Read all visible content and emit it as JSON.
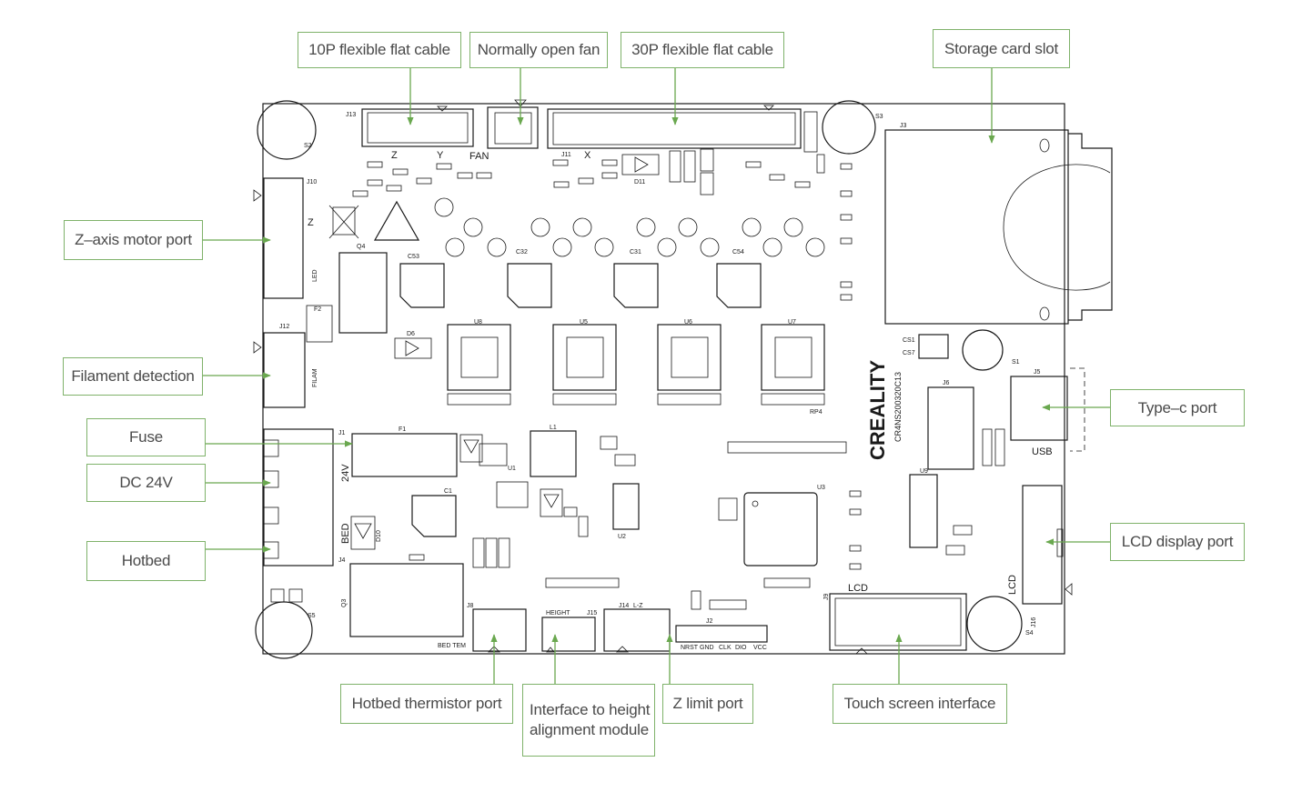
{
  "callouts": {
    "ffc10": "10P flexible flat cable",
    "fan": "Normally open fan",
    "ffc30": "30P flexible flat cable",
    "storage": "Storage card slot",
    "zmotor": "Z–axis motor port",
    "filament": "Filament detection",
    "fuse": "Fuse",
    "dc24": "DC 24V",
    "hotbed": "Hotbed",
    "typec": "Type–c port",
    "lcdport": "LCD display port",
    "thermistor": "Hotbed thermistor port",
    "height": "Interface to height alignment module",
    "zlimit": "Z limit port",
    "touch": "Touch screen interface"
  },
  "silkscreen": {
    "j13": "J13",
    "j10": "J10",
    "j12": "J12",
    "j3": "J3",
    "j5": "J5",
    "j6": "J6",
    "j16": "J16",
    "j1": "J1",
    "j4": "J4",
    "j8": "J8",
    "j15": "J15",
    "j14": "J14",
    "j2": "J2",
    "j9": "J9",
    "j11": "J11",
    "z": "Z",
    "y": "Y",
    "x": "X",
    "fan": "FAN",
    "led": "LED",
    "filam": "FILAM",
    "usb": "USB",
    "lcd": "LCD",
    "bed": "BED",
    "v24": "24V",
    "bedtem": "BED TEM",
    "height": "HEIGHT",
    "lz": "L-Z",
    "brand": "CREALITY",
    "model": "CR4NS200320C13",
    "u1": "U1",
    "u2": "U2",
    "u3": "U3",
    "u5": "U5",
    "u6": "U6",
    "u7": "U7",
    "u8": "U8",
    "u9": "U9",
    "s1": "S1",
    "s2": "S2",
    "s3": "S3",
    "s4": "S4",
    "s5": "S5",
    "c1": "C1",
    "c31": "C31",
    "c32": "C32",
    "c53": "C53",
    "c54": "C54",
    "f1": "F1",
    "f2": "F2",
    "l1": "L1",
    "q3": "Q3",
    "q4": "Q4",
    "d6": "D6",
    "d10": "D10",
    "d11": "D11",
    "rp4": "RP4",
    "cs1": "CS1",
    "cs7": "CS7",
    "nrst": "NRST",
    "gnd": "GND",
    "clk": "CLK",
    "dio": "DIO",
    "vcc": "VCC"
  },
  "colors": {
    "callout_border": "#7fb26a",
    "leader": "#6aa84f",
    "board_line": "#1a1a1a",
    "callout_text": "#4a4a4a"
  }
}
